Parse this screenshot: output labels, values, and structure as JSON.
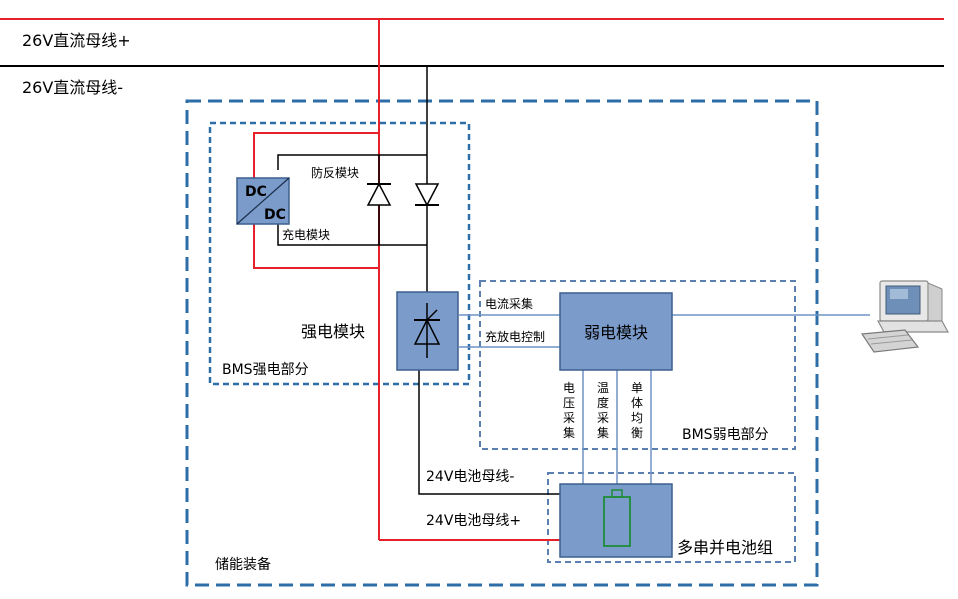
{
  "labels": {
    "bus_pos_26": "26V直流母线+",
    "bus_neg_26": "26V直流母线-",
    "anti_reverse": "防反模块",
    "charge_module": "充电模块",
    "dc_top": "DC",
    "dc_bottom": "DC",
    "strong_module": "强电模块",
    "bms_strong": "BMS强电部分",
    "current_sampling": "电流采集",
    "charge_discharge_ctrl": "充放电控制",
    "weak_module": "弱电模块",
    "bms_weak": "BMS弱电部分",
    "voltage_sampling": [
      "电",
      "压",
      "采",
      "集"
    ],
    "temperature_sampling": [
      "温",
      "度",
      "采",
      "集"
    ],
    "cell_balancing": [
      "单",
      "体",
      "均",
      "衡"
    ],
    "bus_neg_24": "24V电池母线-",
    "bus_pos_24": "24V电池母线+",
    "battery_pack": "多串并电池组",
    "storage_equipment": "储能装备"
  },
  "icons": {
    "computer": "computer-icon",
    "diode": "diode-icon",
    "thyristor": "thyristor-icon",
    "battery": "battery-cell-icon",
    "dcdc": "dcdc-converter-icon"
  },
  "colors": {
    "positive_line": "#e8202a",
    "negative_line": "#000000",
    "signal_line": "#6f93c3",
    "box_fill": "#7b9ccb",
    "dash_border": "#2e6ea8",
    "battery_green": "#1e8c3a"
  }
}
